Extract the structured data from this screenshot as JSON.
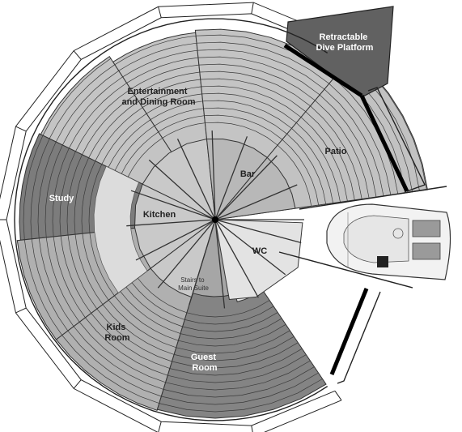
{
  "rooms": {
    "entertainment": [
      "Entertainment",
      "and Dining Room"
    ],
    "bar": "Bar",
    "patio": "Patio",
    "kitchen": "Kitchen",
    "study": "Study",
    "wc": "WC",
    "stairs": [
      "Stairs to",
      "Main Suite"
    ],
    "kids": [
      "Kids",
      "Room"
    ],
    "guest": [
      "Guest",
      "Room"
    ],
    "platform": [
      "Retractable",
      "Dive Platform"
    ]
  },
  "colors": {
    "entertainment": "#c4c4c4",
    "bar": "#b8b8b8",
    "patio": "#c2c2c2",
    "kitchen": "#c9c9c9",
    "study": "#7c7c7c",
    "wc": "#e3e3e3",
    "stairs": "#a6a6a6",
    "kids": "#b0b0b0",
    "guest": "#848484",
    "platform": "#616161",
    "light_band": "#dcdcdc"
  }
}
